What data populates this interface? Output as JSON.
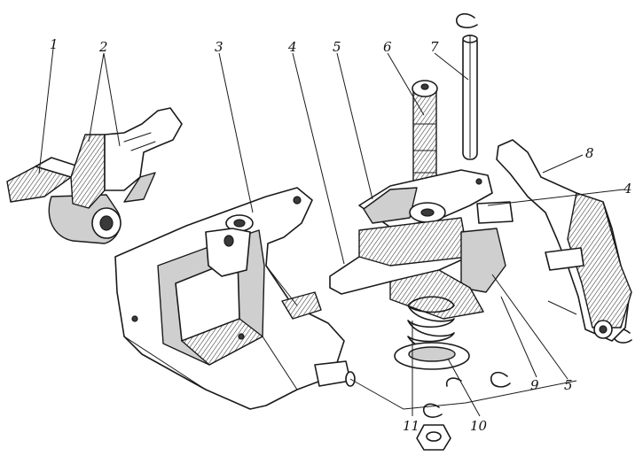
{
  "callouts": [
    {
      "key": "c1",
      "text": "1"
    },
    {
      "key": "c2",
      "text": "2"
    },
    {
      "key": "c3",
      "text": "3"
    },
    {
      "key": "c4a",
      "text": "4"
    },
    {
      "key": "c5a",
      "text": "5"
    },
    {
      "key": "c6",
      "text": "6"
    },
    {
      "key": "c7",
      "text": "7"
    },
    {
      "key": "c8",
      "text": "8"
    },
    {
      "key": "c4b",
      "text": "4"
    },
    {
      "key": "c9",
      "text": "9"
    },
    {
      "key": "c5b",
      "text": "5"
    },
    {
      "key": "c10",
      "text": "10"
    },
    {
      "key": "c11",
      "text": "11"
    }
  ]
}
